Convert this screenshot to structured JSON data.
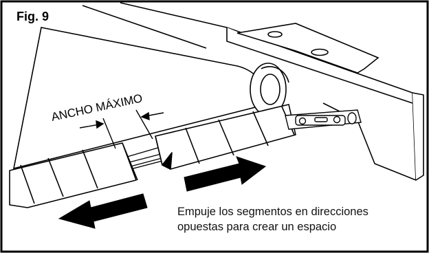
{
  "figure": {
    "label": "Fig. 9",
    "dimension_label": "ANCHO MÁXIMO",
    "caption_lines": [
      "Empuje los segmentos en direcciones",
      "opuestas para crear un espacio"
    ]
  }
}
